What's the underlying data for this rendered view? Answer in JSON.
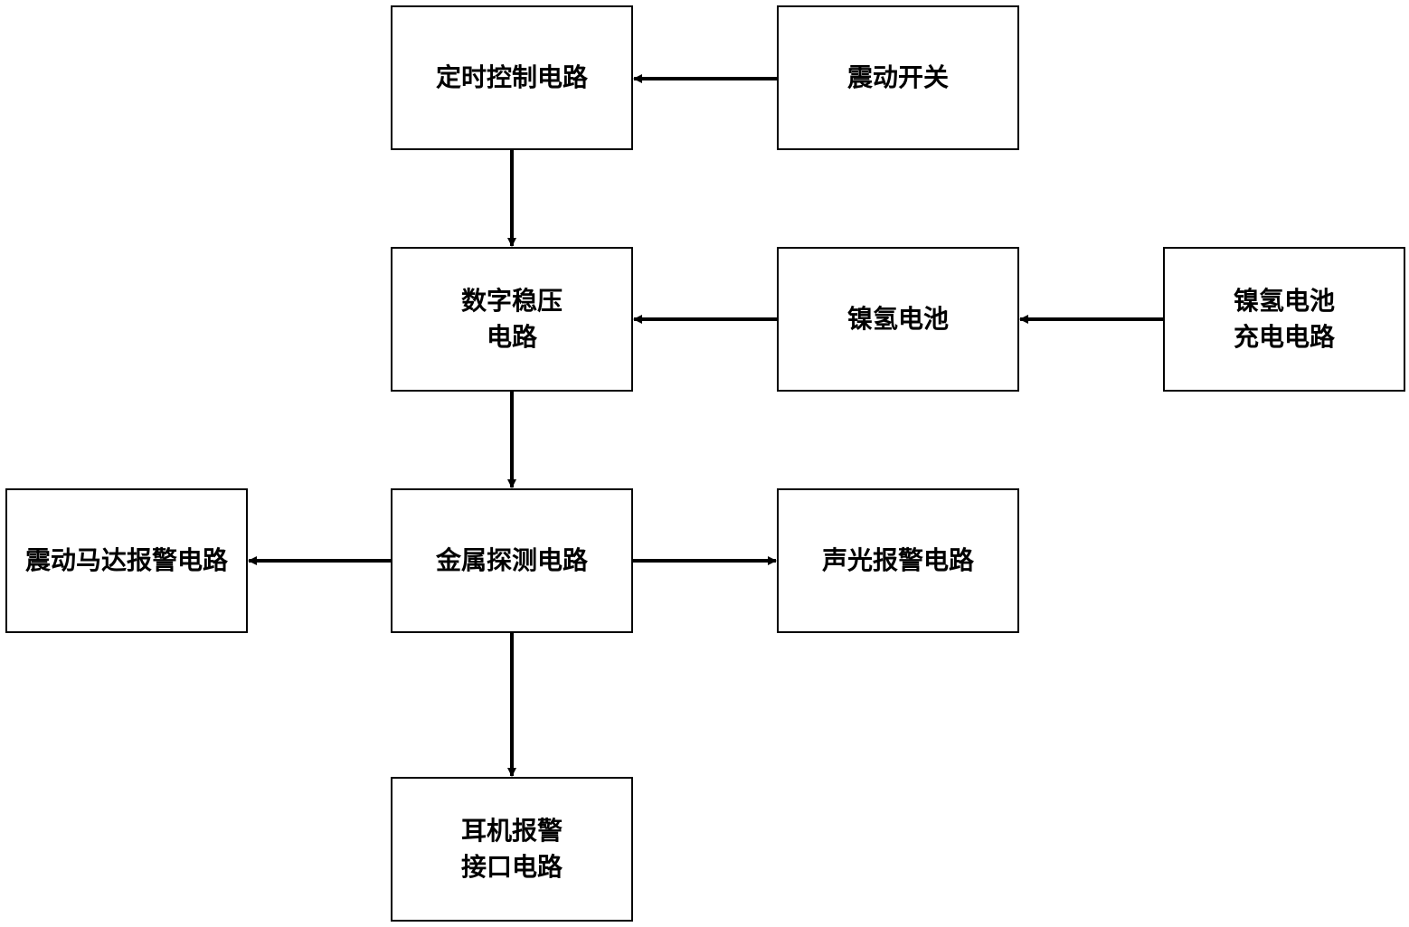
{
  "diagram": {
    "blocks": {
      "timer": {
        "lines": [
          "定时控制电路"
        ]
      },
      "vibration_switch": {
        "lines": [
          "震动开关"
        ]
      },
      "regulator": {
        "lines": [
          "数字稳压",
          "电路"
        ]
      },
      "nimh_battery": {
        "lines": [
          "镍氢电池"
        ]
      },
      "charger": {
        "lines": [
          "镍氢电池",
          "充电电路"
        ]
      },
      "motor_alarm": {
        "lines": [
          "震动马达报警电路"
        ]
      },
      "metal_detector": {
        "lines": [
          "金属探测电路"
        ]
      },
      "sound_light_alarm": {
        "lines": [
          "声光报警电路"
        ]
      },
      "earphone": {
        "lines": [
          "耳机报警",
          "接口电路"
        ]
      }
    },
    "connections": [
      {
        "from": "vibration_switch",
        "to": "timer"
      },
      {
        "from": "timer",
        "to": "regulator"
      },
      {
        "from": "charger",
        "to": "nimh_battery"
      },
      {
        "from": "nimh_battery",
        "to": "regulator"
      },
      {
        "from": "regulator",
        "to": "metal_detector"
      },
      {
        "from": "metal_detector",
        "to": "motor_alarm"
      },
      {
        "from": "metal_detector",
        "to": "sound_light_alarm"
      },
      {
        "from": "metal_detector",
        "to": "earphone"
      }
    ],
    "line_color": "#000000"
  }
}
